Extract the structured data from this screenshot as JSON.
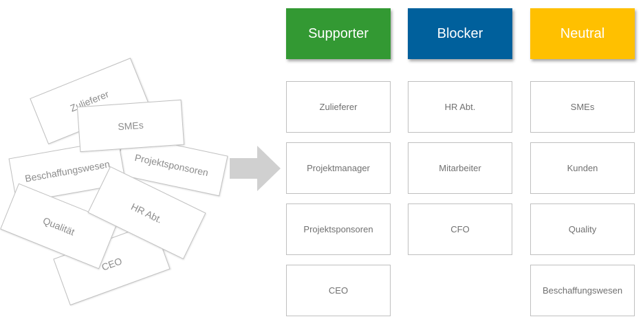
{
  "scattered_cards": [
    {
      "id": "zulieferer",
      "label": "Zulieferer"
    },
    {
      "id": "ceo",
      "label": "CEO"
    },
    {
      "id": "projektsponsoren",
      "label": "Projektsponsoren"
    },
    {
      "id": "beschaffungswesen",
      "label": "Beschaffungswesen"
    },
    {
      "id": "qualitaet",
      "label": "Qualität"
    },
    {
      "id": "hr",
      "label": "HR Abt."
    },
    {
      "id": "smes",
      "label": "SMEs"
    }
  ],
  "columns": [
    {
      "id": "supporter",
      "title": "Supporter",
      "color": "#339933",
      "items": [
        "Zulieferer",
        "Projektmanager",
        "Projektsponsoren",
        "CEO"
      ]
    },
    {
      "id": "blocker",
      "title": "Blocker",
      "color": "#00609c",
      "items": [
        "HR Abt.",
        "Mitarbeiter",
        "CFO"
      ]
    },
    {
      "id": "neutral",
      "title": "Neutral",
      "color": "#ffc000",
      "items": [
        "SMEs",
        "Kunden",
        "Quality",
        "Beschaffungswesen"
      ]
    }
  ]
}
